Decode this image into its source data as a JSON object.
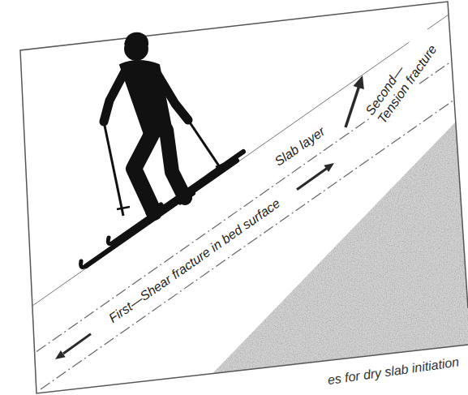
{
  "diagram": {
    "caption": "es for dry slab initiation",
    "labels": [
      "Slab layer",
      "First—Shear fracture in bed surface",
      "Second— Tension fracture"
    ]
  }
}
